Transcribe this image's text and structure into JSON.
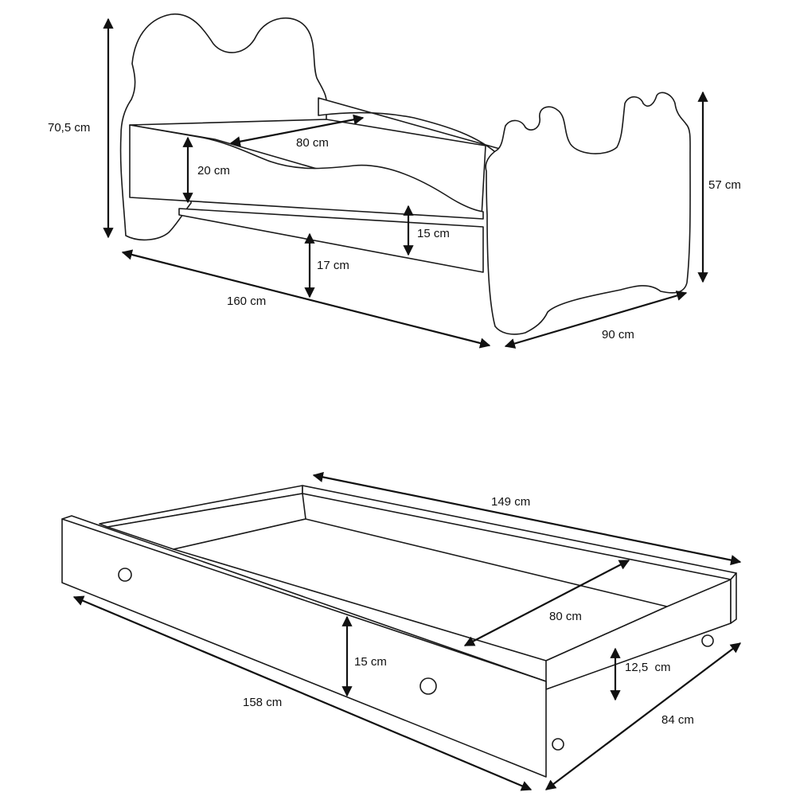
{
  "bed": {
    "labels": {
      "height_total": "70,5 cm",
      "mattress_width": "80 cm",
      "side_rail": "20 cm",
      "headboard": "57 cm",
      "front_panel": "15 cm",
      "clearance": "17 cm",
      "length": "160 cm",
      "width": "90 cm"
    }
  },
  "drawer": {
    "labels": {
      "inner_length": "149 cm",
      "inner_width": "80 cm",
      "front_height": "15 cm",
      "side_height": "12,5  cm",
      "outer_length": "158 cm",
      "outer_width": "84 cm"
    }
  }
}
